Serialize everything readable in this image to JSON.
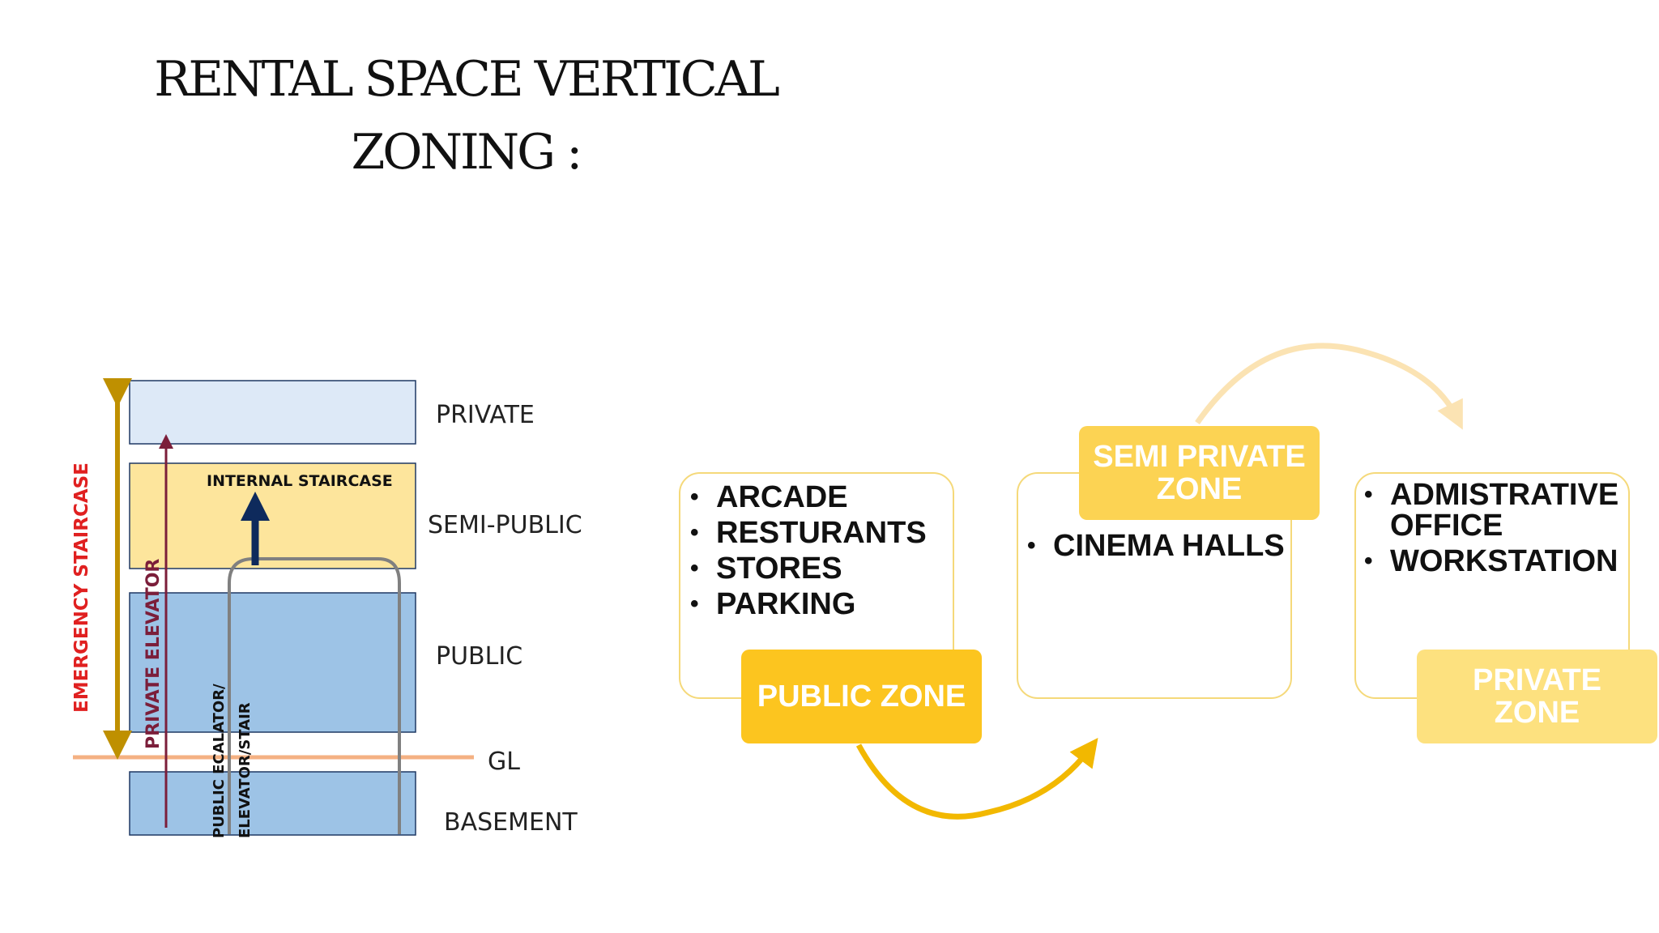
{
  "title": {
    "line1": "RENTAL SPACE VERTICAL",
    "line2": "ZONING :"
  },
  "section": {
    "floors": [
      {
        "label": "PRIVATE",
        "color": "#dde9f7"
      },
      {
        "label": "SEMI-PUBLIC",
        "color": "#fde59c"
      },
      {
        "label": "PUBLIC",
        "color": "#9dc3e6"
      },
      {
        "label": "GL",
        "color": "#f4b183"
      },
      {
        "label": "BASEMENT",
        "color": "#9dc3e6"
      }
    ],
    "emergency_staircase": {
      "label": "EMERGENCY STAIRCASE",
      "arrow_color": "#bf9000",
      "text_color": "#e02020"
    },
    "private_elevator": {
      "label": "PRIVATE ELEVATOR",
      "color": "#7b1e3a"
    },
    "public_escalator": {
      "label_line1": "PUBLIC ECALATOR/",
      "label_line2": "ELEVATOR/STAIR",
      "color": "#808080"
    },
    "internal_staircase": {
      "label": "INTERNAL STAIRCASE",
      "arrow_color": "#0e2a5c"
    }
  },
  "zones": [
    {
      "tag": "PUBLIC ZONE",
      "items": [
        "ARCADE",
        "RESTURANTS",
        "STORES",
        "PARKING"
      ],
      "tag_color": "#fcc51f"
    },
    {
      "tag_line1": "SEMI PRIVATE",
      "tag_line2": "ZONE",
      "items": [
        "CINEMA HALLS"
      ],
      "tag_color": "#fcd353"
    },
    {
      "tag_line1": "PRIVATE",
      "tag_line2": "ZONE",
      "items": [
        "ADMISTRATIVE OFFICE",
        "WORKSTATION"
      ],
      "tag_color": "#fde17f"
    }
  ]
}
